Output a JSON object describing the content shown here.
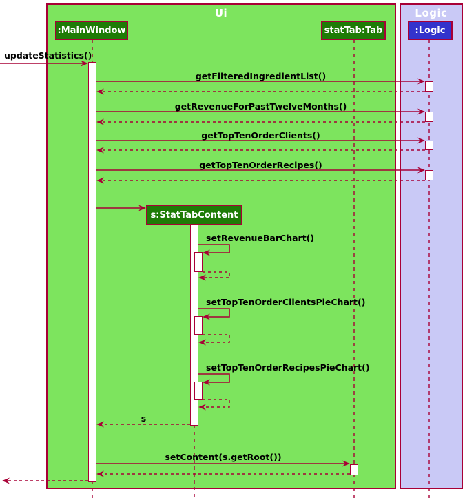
{
  "diagram": {
    "type": "uml-sequence-diagram",
    "frames": {
      "ui": {
        "label": "Ui",
        "bg": "#7de45e"
      },
      "logic": {
        "label": "Logic",
        "bg": "#c9c9f6"
      }
    },
    "participants": {
      "main_window": {
        "label": ":MainWindow",
        "bg": "#1e7b06"
      },
      "stat_tab": {
        "label": "statTab:Tab",
        "bg": "#1e7b06"
      },
      "logic": {
        "label": ":Logic",
        "bg": "#3333cc"
      },
      "stat_tab_content": {
        "label": "s:StatTabContent",
        "bg": "#1e7b06"
      }
    },
    "messages": {
      "update_statistics": "updateStatistics()",
      "get_filtered_ingredient_list": "getFilteredIngredientList()",
      "get_revenue_for_past_twelve_months": "getRevenueForPastTwelveMonths()",
      "get_top_ten_order_clients": "getTopTenOrderClients()",
      "get_top_ten_order_recipes": "getTopTenOrderRecipes()",
      "set_revenue_bar_chart": "setRevenueBarChart()",
      "set_top_ten_order_clients_pie_chart": "setTopTenOrderClientsPieChart()",
      "set_top_ten_order_recipes_pie_chart": "setTopTenOrderRecipesPieChart()",
      "return_s": "s",
      "set_content": "setContent(s.getRoot())"
    },
    "colors": {
      "line": "#a80036",
      "message_text": "#000000",
      "participant_text": "#ffffff",
      "frame_title_text": "#ffffff"
    }
  }
}
